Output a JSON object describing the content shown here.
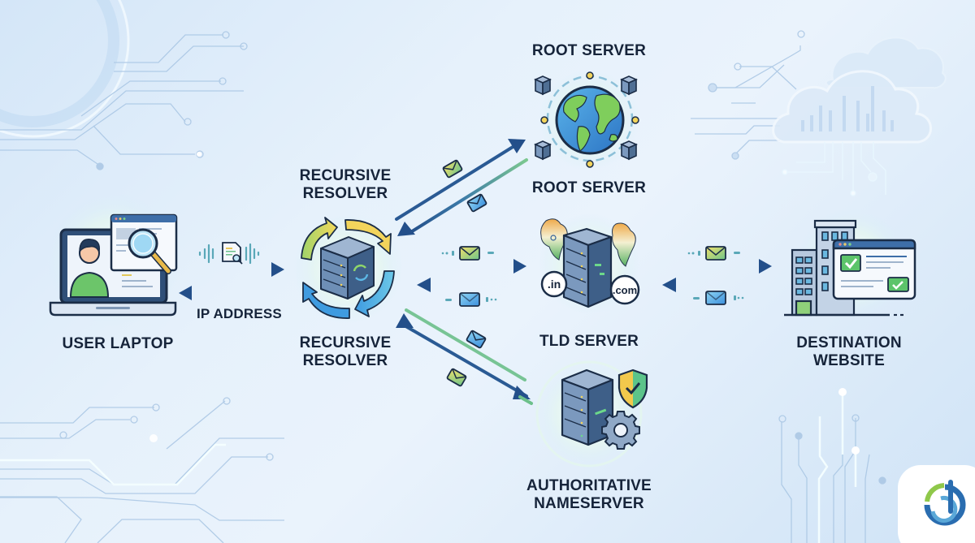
{
  "diagram": {
    "title": "DNS Resolution Flow",
    "nodes": [
      {
        "id": "user-laptop",
        "label": "USER LAPTOP"
      },
      {
        "id": "recursive-resolver",
        "label_top": [
          "RECURSIVE",
          "RESOLVER"
        ],
        "label_bottom": [
          "RECURSIVE",
          "RESOLVER"
        ]
      },
      {
        "id": "root-server",
        "label_top": "ROOT SERVER",
        "label_bottom": "ROOT SERVER"
      },
      {
        "id": "tld-server",
        "label": "TLD SERVER",
        "badges": [
          ".in",
          ".com"
        ]
      },
      {
        "id": "authoritative-nameserver",
        "label": [
          "AUTHORITATIVE",
          "NAMESERVER"
        ]
      },
      {
        "id": "destination-website",
        "label": [
          "DESTINATION",
          "WEBSITE"
        ]
      }
    ],
    "edges": [
      {
        "from": "user-laptop",
        "to": "recursive-resolver",
        "direction": "request"
      },
      {
        "from": "recursive-resolver",
        "to": "user-laptop",
        "direction": "response",
        "label": "IP ADDRESS"
      },
      {
        "from": "recursive-resolver",
        "to": "root-server",
        "direction": "request"
      },
      {
        "from": "root-server",
        "to": "recursive-resolver",
        "direction": "response"
      },
      {
        "from": "recursive-resolver",
        "to": "tld-server",
        "direction": "request"
      },
      {
        "from": "tld-server",
        "to": "recursive-resolver",
        "direction": "response"
      },
      {
        "from": "recursive-resolver",
        "to": "authoritative-nameserver",
        "direction": "request"
      },
      {
        "from": "authoritative-nameserver",
        "to": "recursive-resolver",
        "direction": "response"
      },
      {
        "from": "tld-server",
        "to": "destination-website",
        "direction": "request"
      },
      {
        "from": "destination-website",
        "to": "tld-server",
        "direction": "response"
      }
    ],
    "colors": {
      "arrow_dark": "#2a5a94",
      "arrow_light": "#6cc08a",
      "text": "#16243a",
      "server_body": "#4f6f94",
      "accent_yellow": "#f2d45c",
      "accent_green": "#5cc45e",
      "accent_blue": "#3f9be0"
    }
  }
}
